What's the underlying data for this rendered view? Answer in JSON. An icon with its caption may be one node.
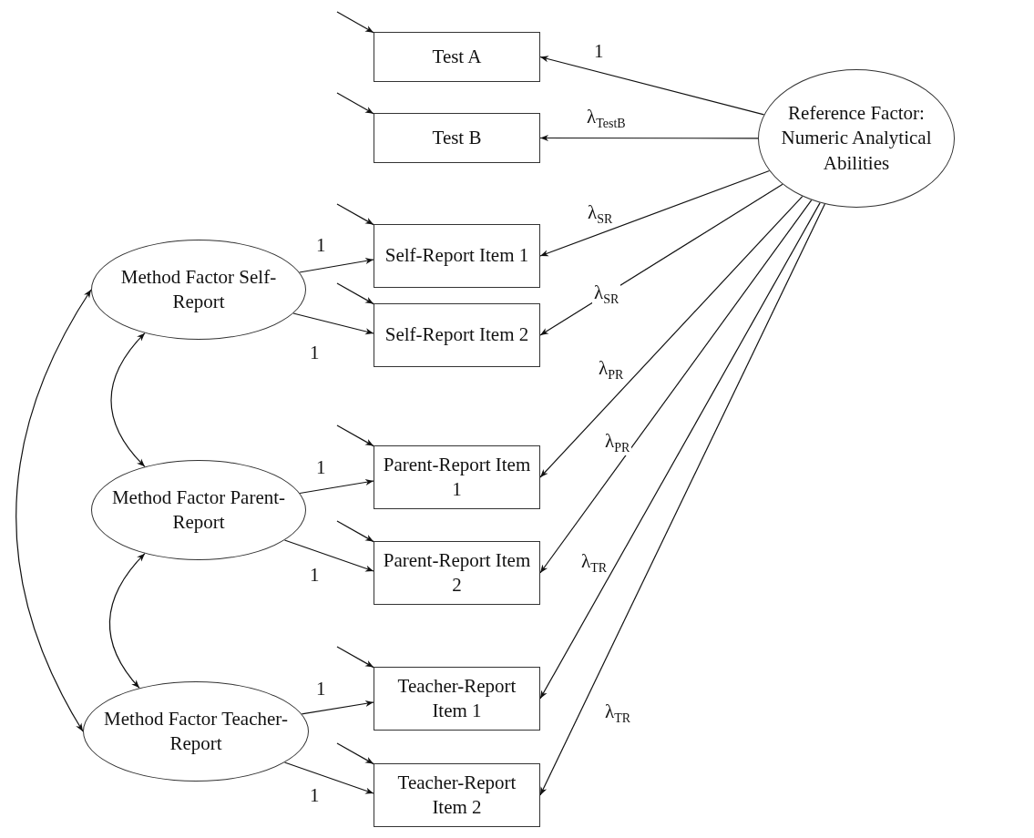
{
  "diagram": {
    "nodes": [
      {
        "text": [
          "Test A"
        ]
      },
      {
        "text": [
          "Test B"
        ]
      },
      {
        "text": [
          "Self-Report Item 1"
        ]
      },
      {
        "text": [
          "Self-Report Item 2"
        ]
      },
      {
        "text": [
          "Parent-Report Item 1"
        ]
      },
      {
        "text": [
          "Parent-Report Item 2"
        ]
      },
      {
        "text": [
          "Teacher-Report Item 1"
        ]
      },
      {
        "text": [
          "Teacher-Report Item 2"
        ]
      },
      {
        "text": [
          "Reference Factor: Numeric Analytical Abilities"
        ]
      },
      {
        "text": [
          "Method Factor Self-Report"
        ]
      },
      {
        "text": [
          "Method Factor Parent-Report"
        ]
      },
      {
        "text": [
          "Method Factor Teacher-Report"
        ]
      }
    ],
    "edges": [
      {
        "from": 8,
        "to": 0,
        "arrow": "to",
        "label": "1"
      },
      {
        "from": 8,
        "to": 1,
        "arrow": "to",
        "label": "λ$_{TestB}$"
      },
      {
        "from": 8,
        "to": 2,
        "arrow": "to",
        "label": "λ$_{SR}$"
      },
      {
        "from": 8,
        "to": 3,
        "arrow": "to",
        "label": "λ$_{SR}$"
      },
      {
        "from": 8,
        "to": 4,
        "arrow": "to",
        "label": "λ$_{PR}$"
      },
      {
        "from": 8,
        "to": 5,
        "arrow": "to",
        "label": "λ$_{PR}$"
      },
      {
        "from": 8,
        "to": 6,
        "arrow": "to",
        "label": "λ$_{TR}$"
      },
      {
        "from": 8,
        "to": 7,
        "arrow": "to",
        "label": "λ$_{TR}$"
      },
      {
        "from": 9,
        "to": 2,
        "arrow": "to",
        "label": "1"
      },
      {
        "from": 9,
        "to": 3,
        "arrow": "to",
        "label": "1"
      },
      {
        "from": 10,
        "to": 4,
        "arrow": "to",
        "label": "1"
      },
      {
        "from": 10,
        "to": 5,
        "arrow": "to",
        "label": "1"
      },
      {
        "from": 11,
        "to": 6,
        "arrow": "to",
        "label": "1"
      },
      {
        "from": 11,
        "to": 7,
        "arrow": "to",
        "label": "1"
      },
      {
        "from": 9,
        "to": 10,
        "arrow": "both"
      },
      {
        "from": 10,
        "to": 11,
        "arrow": "both"
      },
      {
        "from": 9,
        "to": 11,
        "arrow": "both"
      },
      {
        "from": null,
        "to": 0,
        "arrow": "to"
      },
      {
        "from": null,
        "to": 1,
        "arrow": "to"
      },
      {
        "from": null,
        "to": 2,
        "arrow": "to"
      },
      {
        "from": null,
        "to": 3,
        "arrow": "to"
      },
      {
        "from": null,
        "to": 4,
        "arrow": "to"
      },
      {
        "from": null,
        "to": 5,
        "arrow": "to"
      },
      {
        "from": null,
        "to": 6,
        "arrow": "to"
      },
      {
        "from": null,
        "to": 7,
        "arrow": "to"
      }
    ]
  }
}
